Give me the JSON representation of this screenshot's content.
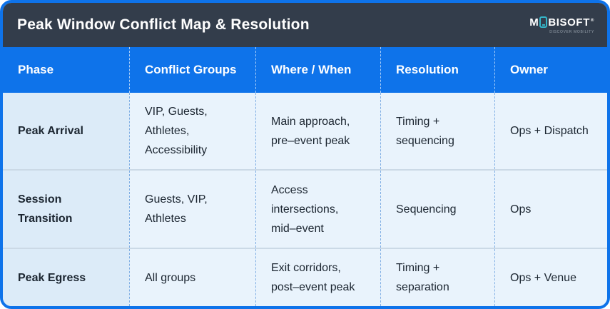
{
  "colors": {
    "accent-blue": "#0E73EA",
    "header-dark": "#333D4B",
    "phase-col-bg": "#DCEBF8",
    "cell-bg": "#E9F3FC",
    "row-line": "#CBD9E6",
    "divider-blue": "#7FAEE4",
    "divider-white": "rgba(255,255,255,0.65)",
    "text-dark": "#1B2530",
    "cyan": "#35B6C9",
    "tagline-gray": "#97A1AC"
  },
  "title_bar": {
    "title": "Peak Window Conflict Map & Resolution",
    "logo": {
      "wordmark_left": "M",
      "wordmark_right": "BISOFT",
      "registered_mark": "®",
      "tagline": "DISCOVER MOBILITY"
    }
  },
  "table": {
    "columns": [
      "Phase",
      "Conflict Groups",
      "Where / When",
      "Resolution",
      "Owner"
    ],
    "rows": [
      {
        "phase": "Peak Arrival",
        "groups": "VIP, Guests,\nAthletes,\nAccessibility",
        "where": "Main approach,\npre–event peak",
        "resolution": "Timing +\nsequencing",
        "owner": "Ops + Dispatch"
      },
      {
        "phase": "Session\nTransition",
        "groups": "Guests, VIP,\nAthletes",
        "where": "Access\nintersections,\nmid–event",
        "resolution": "Sequencing",
        "owner": "Ops"
      },
      {
        "phase": "Peak Egress",
        "groups": "All groups",
        "where": "Exit corridors,\npost–event peak",
        "resolution": "Timing +\nseparation",
        "owner": "Ops + Venue"
      }
    ]
  },
  "chart_data": {
    "type": "table",
    "title": "Peak Window Conflict Map & Resolution",
    "columns": [
      "Phase",
      "Conflict Groups",
      "Where / When",
      "Resolution",
      "Owner"
    ],
    "rows": [
      [
        "Peak Arrival",
        "VIP, Guests, Athletes, Accessibility",
        "Main approach, pre–event peak",
        "Timing + sequencing",
        "Ops + Dispatch"
      ],
      [
        "Session Transition",
        "Guests, VIP, Athletes",
        "Access intersections, mid–event",
        "Sequencing",
        "Ops"
      ],
      [
        "Peak Egress",
        "All groups",
        "Exit corridors, post–event peak",
        "Timing + separation",
        "Ops + Venue"
      ]
    ]
  }
}
